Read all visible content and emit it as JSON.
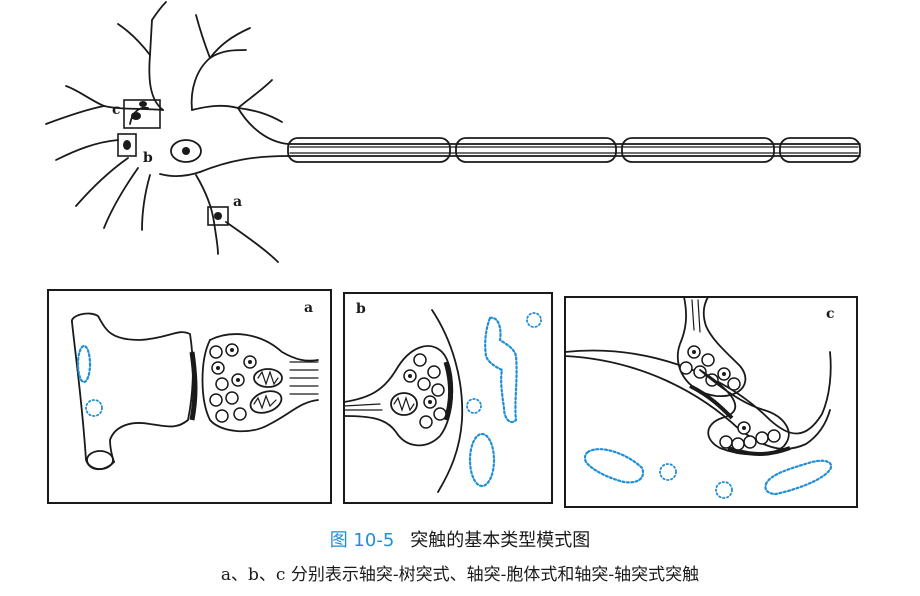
{
  "figure": {
    "labels": {
      "a": "a",
      "b": "b",
      "c": "c"
    },
    "panels": [
      {
        "id": "a",
        "label": "a"
      },
      {
        "id": "b",
        "label": "b"
      },
      {
        "id": "c",
        "label": "c"
      }
    ]
  },
  "caption": {
    "number": "图 10-5",
    "title": "突触的基本类型模式图",
    "subtitle": "a、b、c 分别表示轴突-树突式、轴突-胞体式和轴突-轴突式突触"
  },
  "colors": {
    "accent": "#1f8fd6",
    "ink": "#1a1a1a"
  }
}
